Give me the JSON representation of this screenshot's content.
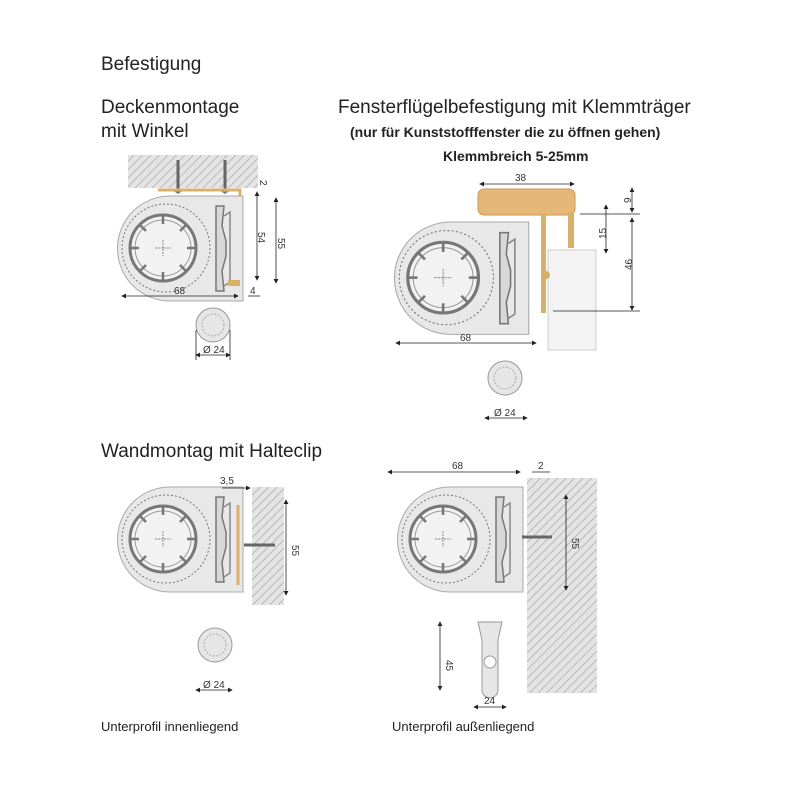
{
  "title": "Befestigung",
  "sections": {
    "ceiling": {
      "title_line1": "Deckenmontage",
      "title_line2": "mit Winkel",
      "dims": {
        "gap": "2",
        "inner_height": "54",
        "height": "55",
        "width": "68",
        "offset": "4",
        "diameter": "Ø 24"
      }
    },
    "sash": {
      "title": "Fensterflügelbefestigung mit Klemmträger",
      "subtitle": "(nur für Kunststofffenster die zu öffnen gehen)",
      "clamp_range": "Klemmbreich 5-25mm",
      "dims": {
        "bracket_width": "38",
        "top": "9",
        "clamp": "15",
        "height": "46",
        "width": "68",
        "diameter": "Ø 24"
      }
    },
    "wall": {
      "title": "Wandmontag mit Halteclip",
      "dims": {
        "clip": "3,5",
        "height": "55",
        "diameter": "Ø 24"
      },
      "caption": "Unterprofil innenliegend"
    },
    "wall_outside": {
      "dims": {
        "width": "68",
        "gap": "2",
        "height": "55",
        "handle_height": "45",
        "handle_width": "24"
      },
      "caption": "Unterprofil außenliegend"
    }
  },
  "colors": {
    "brass": "#d9b06a",
    "wood": "#e6b878",
    "housing": "#e8e8e8",
    "profile": "#8a8a8a"
  }
}
